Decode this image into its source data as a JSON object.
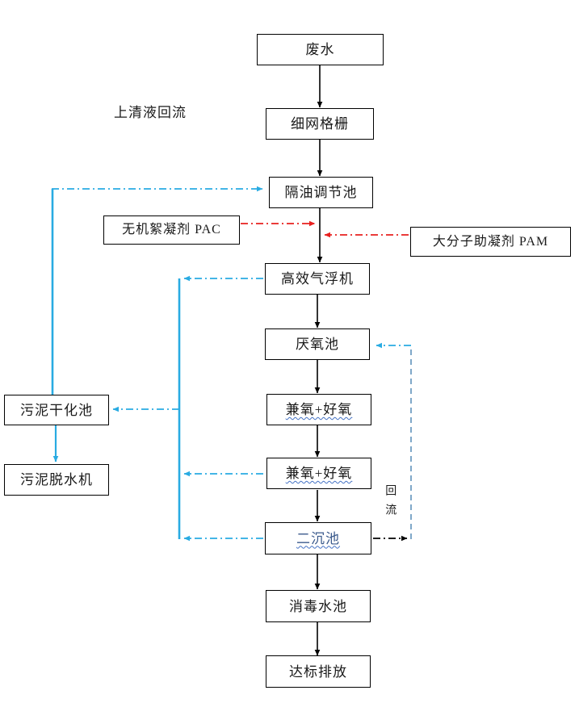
{
  "diagram": {
    "title_label": "上清液回流",
    "recycle_label": "回流",
    "colors": {
      "black": "#000000",
      "blue": "#29abe2",
      "blue_muted": "#7fa8c9",
      "red": "#e8201f",
      "text_blue": "#3b5a8c"
    },
    "nodes": {
      "wastewater": "废水",
      "fine_screen": "细网格栅",
      "oil_separation_tank": "隔油调节池",
      "pac": "无机絮凝剂 PAC",
      "pam": "大分子助凝剂 PAM",
      "dissolved_air_flotation": "高效气浮机",
      "anaerobic_tank": "厌氧池",
      "facultative_aerobic_1": "兼氧+好氧",
      "facultative_aerobic_2": "兼氧+好氧",
      "secondary_clarifier": "二沉池",
      "disinfection_tank": "消毒水池",
      "compliant_discharge": "达标排放",
      "sludge_drying_tank": "污泥干化池",
      "sludge_dewatering_machine": "污泥脱水机"
    },
    "flows": [
      {
        "from": "废水",
        "to": "细网格栅",
        "style": "solid",
        "color": "black"
      },
      {
        "from": "细网格栅",
        "to": "隔油调节池",
        "style": "solid",
        "color": "black"
      },
      {
        "from": "隔油调节池",
        "to": "高效气浮机",
        "style": "solid",
        "color": "black"
      },
      {
        "from": "无机絮凝剂 PAC",
        "to": "隔油调节池出水",
        "style": "dash-dot",
        "color": "red"
      },
      {
        "from": "大分子助凝剂 PAM",
        "to": "隔油调节池出水",
        "style": "dash-dot",
        "color": "red"
      },
      {
        "from": "高效气浮机",
        "to": "厌氧池",
        "style": "solid",
        "color": "black"
      },
      {
        "from": "厌氧池",
        "to": "兼氧+好氧",
        "style": "solid",
        "color": "black"
      },
      {
        "from": "兼氧+好氧",
        "to": "兼氧+好氧",
        "style": "solid",
        "color": "black"
      },
      {
        "from": "兼氧+好氧",
        "to": "二沉池",
        "style": "solid",
        "color": "black"
      },
      {
        "from": "二沉池",
        "to": "消毒水池",
        "style": "solid",
        "color": "black"
      },
      {
        "from": "消毒水池",
        "to": "达标排放",
        "style": "solid",
        "color": "black"
      },
      {
        "from": "二沉池",
        "to": "厌氧池",
        "style": "dash-dot",
        "color": "blue_muted",
        "label": "回流"
      },
      {
        "from": "高效气浮机",
        "to": "污泥干化池",
        "style": "dash-dot",
        "color": "blue"
      },
      {
        "from": "兼氧+好氧",
        "to": "污泥干化池",
        "style": "dash-dot",
        "color": "blue"
      },
      {
        "from": "二沉池",
        "to": "污泥干化池",
        "style": "dash-dot",
        "color": "blue"
      },
      {
        "from": "污泥干化池",
        "to": "污泥脱水机",
        "style": "solid",
        "color": "blue"
      },
      {
        "from": "污泥干化池",
        "to": "隔油调节池",
        "style": "solid-dash-dot",
        "color": "blue",
        "label": "上清液回流"
      }
    ]
  }
}
